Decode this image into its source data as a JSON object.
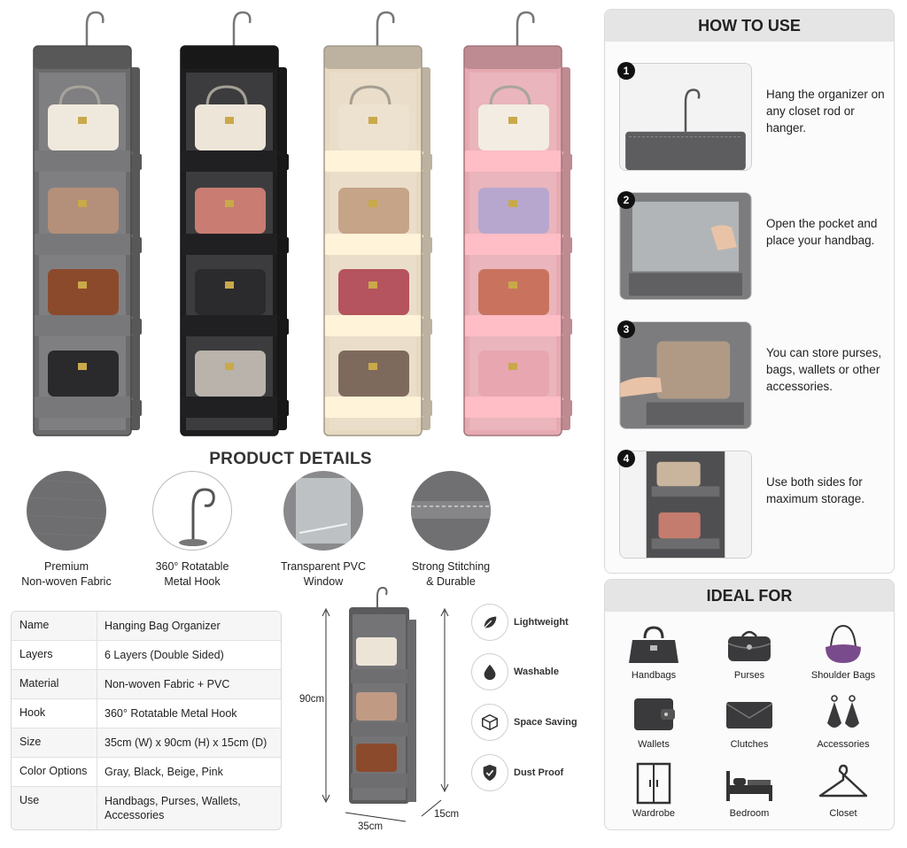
{
  "product_details": {
    "title": "PRODUCT DETAILS",
    "features": [
      {
        "label": "Premium\nNon-woven Fabric",
        "icon": "fabric-swatch-icon"
      },
      {
        "label": "360° Rotatable\nMetal Hook",
        "icon": "metal-hook-icon"
      },
      {
        "label": "Transparent PVC\nWindow",
        "icon": "pvc-window-icon"
      },
      {
        "label": "Strong Stitching\n& Durable",
        "icon": "stitching-icon"
      }
    ]
  },
  "spec_table": [
    {
      "key": "Name",
      "value": "Hanging Bag Organizer"
    },
    {
      "key": "Layers",
      "value": "6 Layers (Double Sided)"
    },
    {
      "key": "Material",
      "value": "Non-woven Fabric + PVC"
    },
    {
      "key": "Hook",
      "value": "360° Rotatable Metal Hook"
    },
    {
      "key": "Size",
      "value": "35cm (W) x 90cm (H) x 15cm (D)"
    },
    {
      "key": "Color Options",
      "value": "Gray, Black, Beige, Pink"
    },
    {
      "key": "Use",
      "value": "Handbags, Purses, Wallets, Accessories"
    }
  ],
  "dimensions": {
    "height": "90cm",
    "width": "35cm",
    "depth": "15cm"
  },
  "quick_features": [
    {
      "label": "Lightweight",
      "icon": "leaf-icon"
    },
    {
      "label": "Washable",
      "icon": "water-drop-icon"
    },
    {
      "label": "Space Saving",
      "icon": "box-icon"
    },
    {
      "label": "Dust Proof",
      "icon": "shield-icon"
    }
  ],
  "how_to_use": {
    "title": "HOW TO USE",
    "steps": [
      {
        "num": "1",
        "text": "Hang the organizer on any closet rod or hanger."
      },
      {
        "num": "2",
        "text": "Open the pocket and place your handbag."
      },
      {
        "num": "3",
        "text": "You can store purses, bags, wallets or other accessories."
      },
      {
        "num": "4",
        "text": "Use both sides for maximum storage."
      }
    ]
  },
  "ideal_for": {
    "title": "IDEAL FOR",
    "items": [
      {
        "label": "Handbags",
        "icon": "handbag-icon"
      },
      {
        "label": "Purses",
        "icon": "purse-icon"
      },
      {
        "label": "Shoulder Bags",
        "icon": "shoulder-bag-icon"
      },
      {
        "label": "Wallets",
        "icon": "wallet-icon"
      },
      {
        "label": "Clutches",
        "icon": "clutch-icon"
      },
      {
        "label": "Accessories",
        "icon": "earrings-icon"
      },
      {
        "label": "Wardrobe",
        "icon": "wardrobe-icon"
      },
      {
        "label": "Bedroom",
        "icon": "bed-icon"
      },
      {
        "label": "Closet",
        "icon": "hanger-icon"
      }
    ]
  },
  "colors": {
    "gray": "#6b6b6d",
    "black": "#1d1d1f",
    "beige": "#e7d9c2",
    "pink": "#e7a9b1",
    "purple_bag": "#7a4b8c"
  },
  "organizers": [
    {
      "color": "gray",
      "bags": [
        "#efe9dd",
        "#b48f79",
        "#8c4a2c",
        "#2a2a2c"
      ]
    },
    {
      "color": "black",
      "bags": [
        "#ece5d8",
        "#c87c72",
        "#2b2b2d",
        "#b9b3ab"
      ]
    },
    {
      "color": "beige",
      "bags": [
        "#ece2cf",
        "#c6a488",
        "#b5545e",
        "#7e6a5c"
      ]
    },
    {
      "color": "pink",
      "bags": [
        "#f2ece2",
        "#b7a7cf",
        "#c9735f",
        "#e8a6b0"
      ]
    }
  ]
}
